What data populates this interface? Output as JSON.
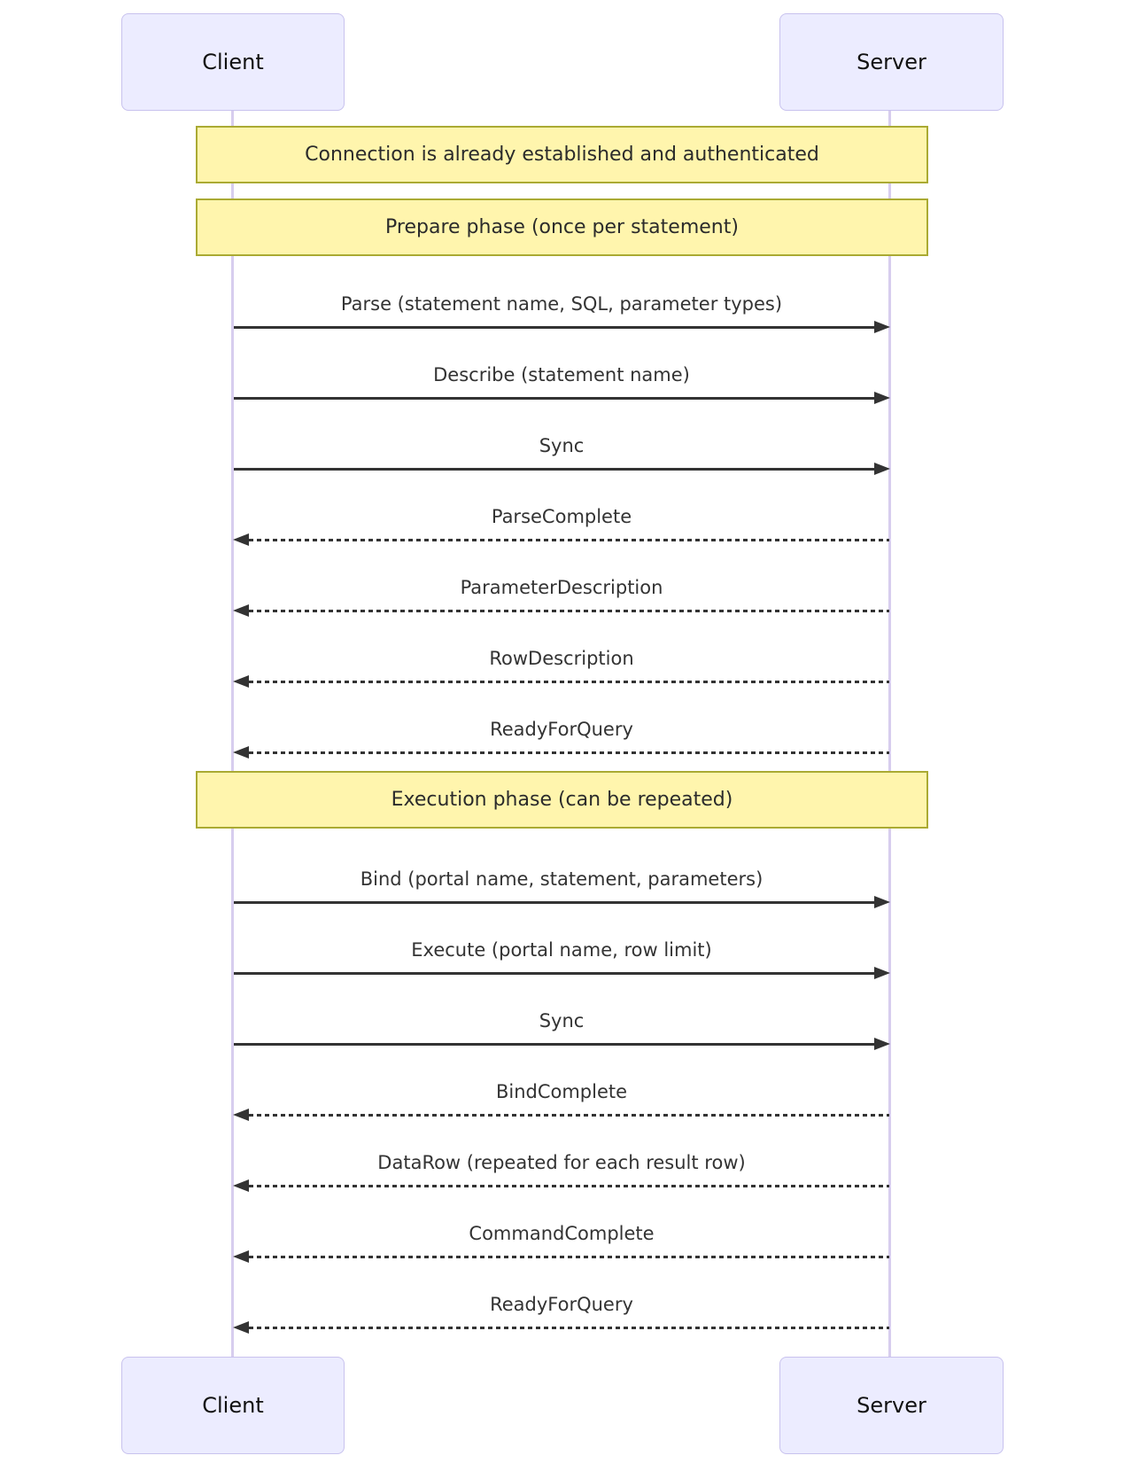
{
  "diagram": {
    "type": "sequence",
    "actors": {
      "client": "Client",
      "server": "Server"
    },
    "colors": {
      "actor_fill": "#ECECFF",
      "actor_border": "#C8C2EE",
      "lifeline": "#D7CDEE",
      "note_fill": "#FFF5AD",
      "note_border": "#AAAA33",
      "arrow": "#333333",
      "text": "#333333",
      "background": "#FFFFFF"
    },
    "notes": [
      {
        "text": "Connection is already established and authenticated"
      },
      {
        "text": "Prepare phase (once per statement)"
      },
      {
        "text": "Execution phase (can be repeated)"
      }
    ],
    "messages": [
      {
        "label": "Parse (statement name, SQL, parameter types)",
        "from": "Client",
        "to": "Server",
        "line": "solid"
      },
      {
        "label": "Describe (statement name)",
        "from": "Client",
        "to": "Server",
        "line": "solid"
      },
      {
        "label": "Sync",
        "from": "Client",
        "to": "Server",
        "line": "solid"
      },
      {
        "label": "ParseComplete",
        "from": "Server",
        "to": "Client",
        "line": "dashed"
      },
      {
        "label": "ParameterDescription",
        "from": "Server",
        "to": "Client",
        "line": "dashed"
      },
      {
        "label": "RowDescription",
        "from": "Server",
        "to": "Client",
        "line": "dashed"
      },
      {
        "label": "ReadyForQuery",
        "from": "Server",
        "to": "Client",
        "line": "dashed"
      },
      {
        "label": "Bind (portal name, statement, parameters)",
        "from": "Client",
        "to": "Server",
        "line": "solid"
      },
      {
        "label": "Execute (portal name, row limit)",
        "from": "Client",
        "to": "Server",
        "line": "solid"
      },
      {
        "label": "Sync",
        "from": "Client",
        "to": "Server",
        "line": "solid"
      },
      {
        "label": "BindComplete",
        "from": "Server",
        "to": "Client",
        "line": "dashed"
      },
      {
        "label": "DataRow (repeated for each result row)",
        "from": "Server",
        "to": "Client",
        "line": "dashed"
      },
      {
        "label": "CommandComplete",
        "from": "Server",
        "to": "Client",
        "line": "dashed"
      },
      {
        "label": "ReadyForQuery",
        "from": "Server",
        "to": "Client",
        "line": "dashed"
      }
    ]
  }
}
